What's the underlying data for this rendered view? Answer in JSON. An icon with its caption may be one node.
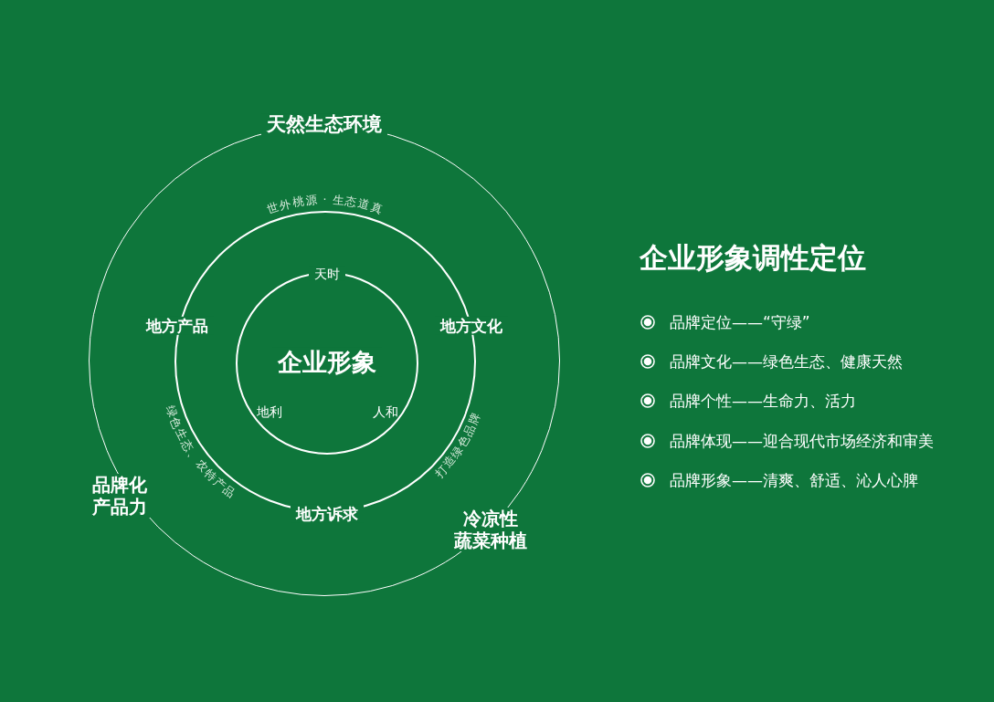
{
  "diagram": {
    "title": "企业形象调性定位",
    "nodes": [
      {
        "text": [
          "天然生态环境",
          "品牌化产品力",
          "冷凉性蔬菜种植"
        ]
      },
      {
        "text": [
          "地方产品",
          "地方文化",
          "地方诉求",
          "世外桃源 · 生态道真",
          "绿色生态、农特产品",
          "打造绿色品牌"
        ],
        "in": 0
      },
      {
        "text": [
          "企业形象",
          "天时",
          "地利",
          "人和"
        ],
        "in": 1
      }
    ],
    "labels": [
      "品牌定位——“守绿”",
      "品牌文化——绿色生态、健康天然",
      "品牌个性——生命力、活力",
      "品牌体现——迎合现代市场经济和审美",
      "品牌形象——清爽、舒适、沁人心脾"
    ]
  }
}
